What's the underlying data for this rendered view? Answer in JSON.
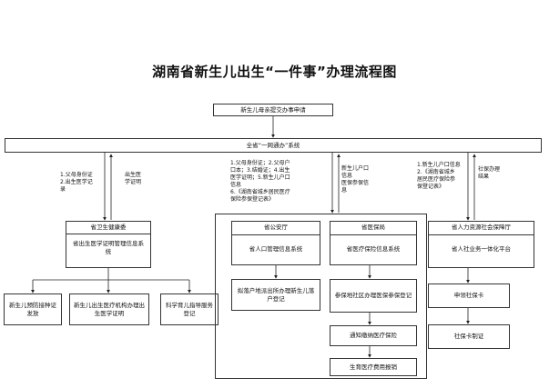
{
  "title": "湖南省新生儿出生“一件事”办理流程图",
  "nodes": {
    "apply": "新生儿母亲提交办事申请",
    "platform": "全省“一网通办”系统",
    "health_title": "省卫生健康委",
    "health_sys": "省出生医学证明管理信息系统",
    "vaccine": "新生儿预防接种证发放",
    "birth_cert": "新生儿出生医疗机构办理出生医学证明",
    "parenting": "科学育儿指导服务登记",
    "police_title": "省公安厅",
    "police_sys": "省人口管理信息系统",
    "police_reg": "拟落户地派出所办理新生儿落户登记",
    "medins_title": "省医保局",
    "medins_sys": "省医疗保险信息系统",
    "medins_reg": "参保地社区办理医保参保登记",
    "medins_notice": "通知缴纳医疗保险",
    "medins_birth": "生育医疗费用报销",
    "hr_title": "省人力资源社会保障厅",
    "hr_sys": "省人社业务一体化平台",
    "hr_card": "申领社保卡",
    "hr_make": "社保卡制证"
  },
  "notes": {
    "n1": "1.父母身份证\n2.出生医学记\n录",
    "n2": "出生医\n学证明",
    "n3": "1.父母身份证；2.父母户\n口本；3.结婚证；4.出生\n医学证明；5.新生儿户口\n信息\n6.《湖南省城乡居民医疗\n保险参保登记表》",
    "n4": "新生儿户口\n信息\n医保参保信\n息",
    "n5": "1.新生儿户口信息\n2.《湖南省城乡\n居民医疗保险参\n保登记表》",
    "n6": "社保办理\n结果"
  }
}
